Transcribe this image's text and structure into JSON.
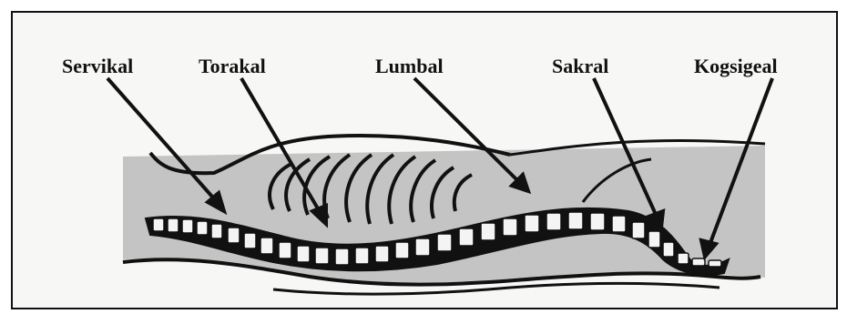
{
  "labels": {
    "servikal": "Servikal",
    "torakal": "Torakal",
    "lumbal": "Lumbal",
    "sakral": "Sakral",
    "kogsigeal": "Kogsigeal"
  },
  "colors": {
    "body_fill": "#c4c4c4",
    "outline": "#111111",
    "vertebra": "#f4f4f4",
    "background": "#f7f7f5"
  }
}
